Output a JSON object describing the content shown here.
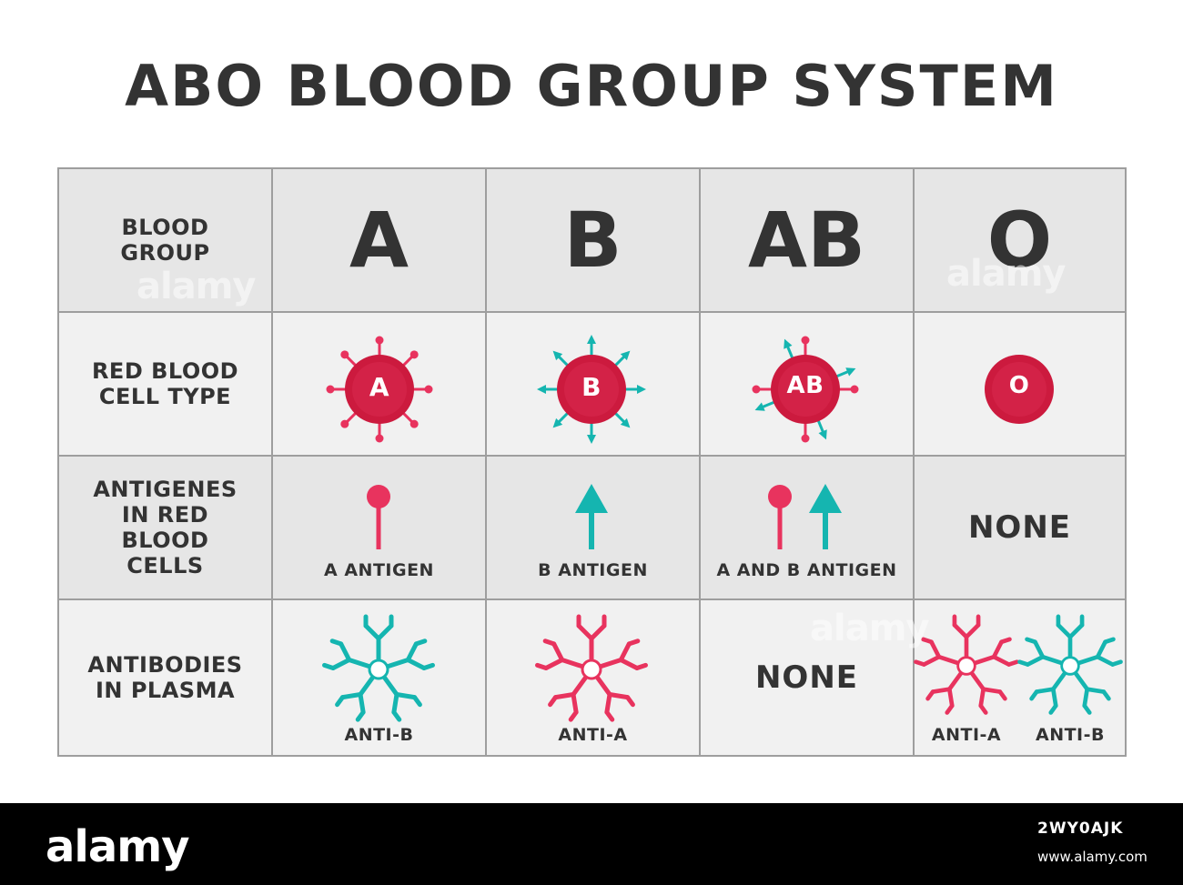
{
  "title": "ABO BLOOD GROUP SYSTEM",
  "row_labels": {
    "blood_group": "BLOOD\nGROUP",
    "cell_type": "RED BLOOD\nCELL TYPE",
    "antigens": "ANTIGENES\nIN RED\nBLOOD\nCELLS",
    "antibodies": "ANTIBODIES\nIN PLASMA"
  },
  "groups": [
    "A",
    "B",
    "AB",
    "O"
  ],
  "cell_labels": [
    "A",
    "B",
    "AB",
    "O"
  ],
  "antigen_captions": [
    "A ANTIGEN",
    "B ANTIGEN",
    "A AND B ANTIGEN"
  ],
  "antigen_none": "NONE",
  "antibody_captions": [
    "ANTI-B",
    "ANTI-A",
    "ANTI-A",
    "ANTI-B"
  ],
  "antibody_none": "NONE",
  "colors": {
    "rbc_red": "#cc1a3e",
    "antigen_pink": "#e8335e",
    "antigen_teal": "#15b5b0",
    "cell_dark": "#e6e6e6",
    "cell_light": "#f1f1f1",
    "border": "#9e9e9e",
    "text": "#333333"
  },
  "icons": [
    "red-blood-cell-icon",
    "a-antigen-icon",
    "b-antigen-arrow-icon",
    "anti-a-antibody-icon",
    "anti-b-antibody-icon"
  ],
  "watermark": {
    "text": "alamy",
    "footer_logo": "alamy",
    "image_id": "2WY0AJK",
    "url": "www.alamy.com"
  }
}
